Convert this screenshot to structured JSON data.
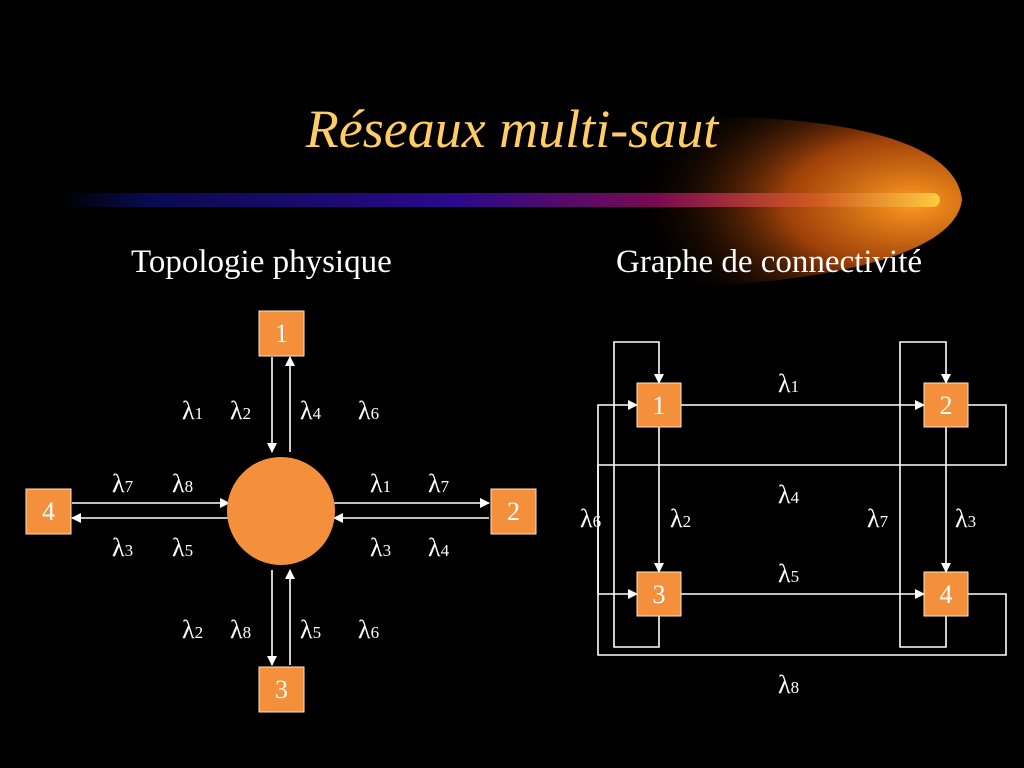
{
  "title": "Réseaux multi-saut",
  "left_heading": "Topologie physique",
  "right_heading": "Graphe de connectivité",
  "colors": {
    "node_fill": "#f4903c",
    "node_border": "#ffe2c0",
    "title": "#ffcc66",
    "lines": "#ffffff"
  },
  "physical": {
    "nodes": [
      "1",
      "2",
      "3",
      "4"
    ],
    "labels": {
      "top_in": [
        [
          "λ",
          "1"
        ],
        [
          "λ",
          "2"
        ]
      ],
      "top_out": [
        [
          "λ",
          "4"
        ],
        [
          "λ",
          "6"
        ]
      ],
      "left_in": [
        [
          "λ",
          "7"
        ],
        [
          "λ",
          "8"
        ]
      ],
      "left_out": [
        [
          "λ",
          "3"
        ],
        [
          "λ",
          "5"
        ]
      ],
      "right_in": [
        [
          "λ",
          "1"
        ],
        [
          "λ",
          "7"
        ]
      ],
      "right_out": [
        [
          "λ",
          "3"
        ],
        [
          "λ",
          "4"
        ]
      ],
      "bottom_in": [
        [
          "λ",
          "2"
        ],
        [
          "λ",
          "8"
        ]
      ],
      "bottom_out": [
        [
          "λ",
          "5"
        ],
        [
          "λ",
          "6"
        ]
      ]
    }
  },
  "logical": {
    "nodes": [
      "1",
      "2",
      "3",
      "4"
    ],
    "labels": {
      "top": [
        "λ",
        "1"
      ],
      "middle_top": [
        "λ",
        "4"
      ],
      "middle_bottom": [
        "λ",
        "5"
      ],
      "bottom": [
        "λ",
        "8"
      ],
      "left_outer": [
        "λ",
        "6"
      ],
      "left_inner": [
        "λ",
        "2"
      ],
      "right_inner": [
        "λ",
        "7"
      ],
      "right_outer": [
        "λ",
        "3"
      ]
    }
  }
}
